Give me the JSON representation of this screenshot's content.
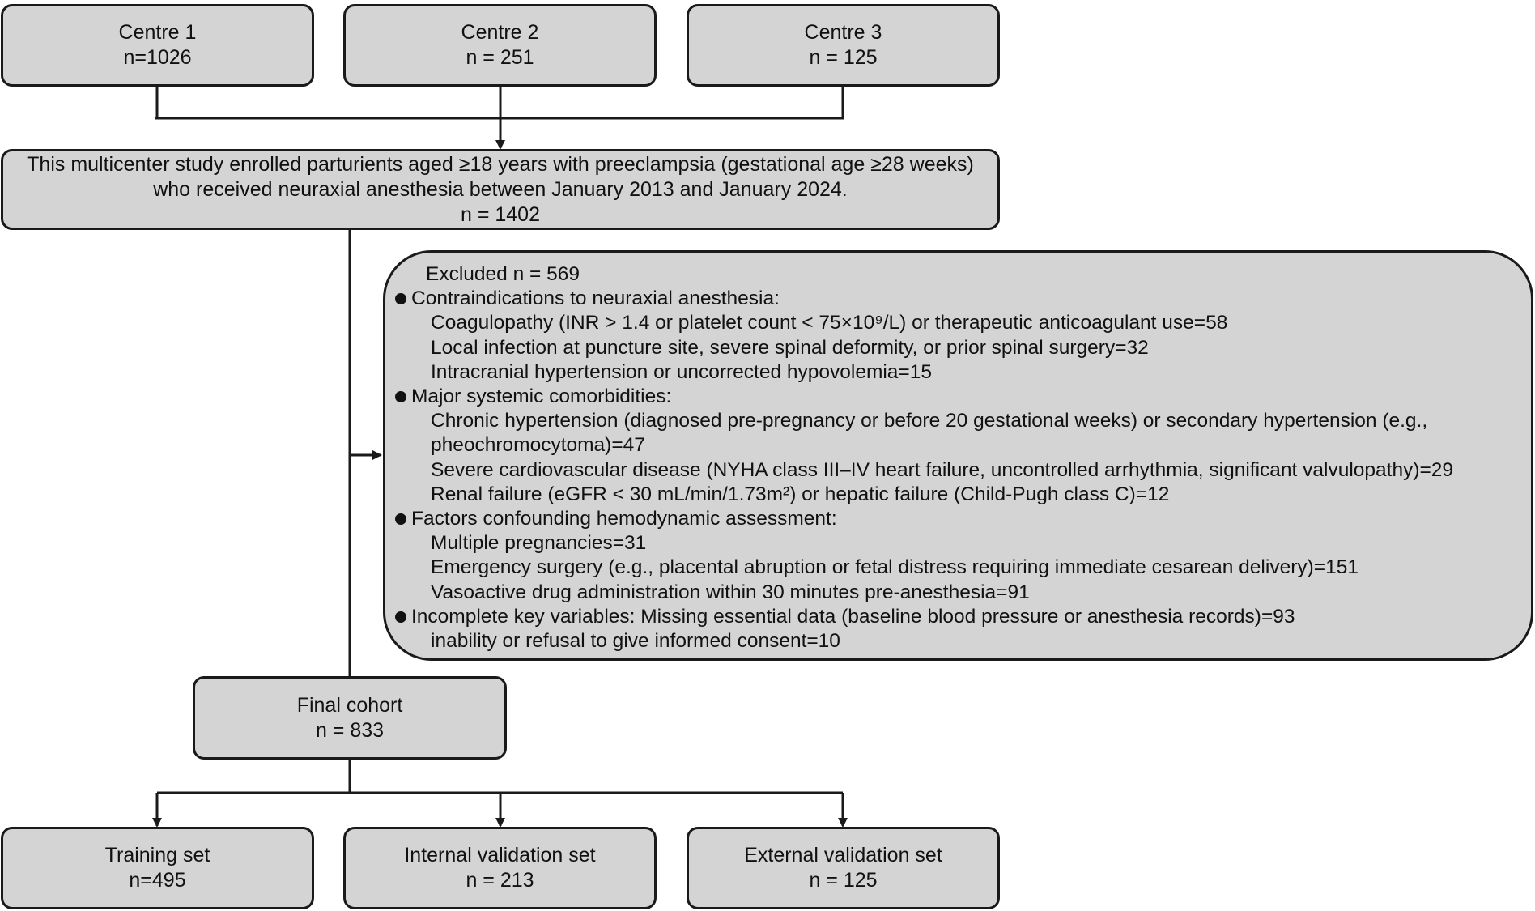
{
  "centres": [
    {
      "name": "Centre 1",
      "n": "n=1026"
    },
    {
      "name": "Centre 2",
      "n": "n = 251"
    },
    {
      "name": "Centre 3",
      "n": "n = 125"
    }
  ],
  "enrolled": {
    "line1": "This multicenter study enrolled parturients aged ≥18 years with preeclampsia (gestational age ≥28 weeks)",
    "line2": "who received neuraxial anesthesia between January 2013 and January 2024.",
    "n": "n = 1402"
  },
  "excluded": {
    "title": "Excluded n = 569",
    "groups": [
      {
        "heading": "Contraindications to neuraxial anesthesia:",
        "items": [
          "Coagulopathy (INR > 1.4 or platelet count < 75×10⁹/L) or therapeutic anticoagulant use=58",
          "Local infection at puncture site, severe spinal deformity, or prior spinal surgery=32",
          "Intracranial hypertension or uncorrected hypovolemia=15"
        ]
      },
      {
        "heading": "Major systemic comorbidities:",
        "items": [
          "Chronic hypertension (diagnosed pre-pregnancy or before 20 gestational weeks) or secondary hypertension (e.g.,",
          "pheochromocytoma)=47",
          "Severe cardiovascular disease (NYHA class III–IV heart failure, uncontrolled arrhythmia, significant valvulopathy)=29",
          "Renal failure (eGFR < 30 mL/min/1.73m²) or hepatic failure (Child-Pugh class C)=12"
        ]
      },
      {
        "heading": "Factors confounding hemodynamic assessment:",
        "items": [
          "Multiple pregnancies=31",
          "Emergency surgery (e.g., placental abruption or fetal distress requiring immediate cesarean delivery)=151",
          "Vasoactive drug administration within 30 minutes pre-anesthesia=91"
        ]
      },
      {
        "heading": "Incomplete key variables: Missing essential data (baseline blood pressure or anesthesia records)=93",
        "items": [
          "inability or refusal to give informed consent=10"
        ]
      }
    ]
  },
  "final": {
    "name": "Final cohort",
    "n": "n = 833"
  },
  "sets": [
    {
      "name": "Training set",
      "n": "n=495"
    },
    {
      "name": "Internal validation set",
      "n": "n = 213"
    },
    {
      "name": "External validation set",
      "n": "n = 125"
    }
  ]
}
